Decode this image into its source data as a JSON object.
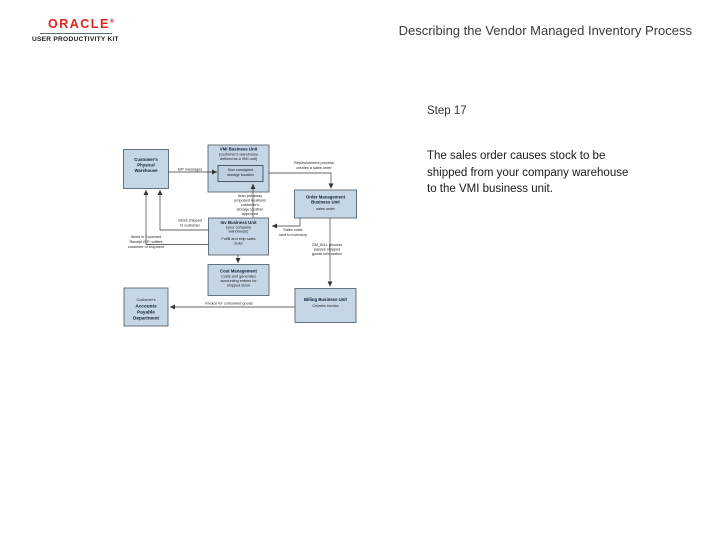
{
  "header": {
    "logo": "ORACLE",
    "registered": "®",
    "logo_subtitle": "USER PRODUCTIVITY KIT",
    "title": "Describing the Vendor Managed Inventory Process"
  },
  "content": {
    "step_label": "Step 17",
    "step_lines": [
      "The sales order causes stock to be",
      "shipped from your company warehouse",
      "to the VMI business unit."
    ]
  },
  "colors": {
    "oracle_red": "#e2231a",
    "box_fill": "#c7d6e4",
    "box_border": "#455766",
    "line": "#333333"
  },
  "diagram": {
    "boxes": {
      "customer_warehouse": {
        "lines": [
          "Customer's",
          "Physical",
          "Warehouse"
        ]
      },
      "vmi": {
        "title": "VMI Business Unit",
        "sub": [
          "(customer's warehouse",
          "defined as a VMI unit)"
        ],
        "inner": [
          "Non consigned",
          "storage location"
        ]
      },
      "order_mgmt": {
        "title": [
          "Order Management",
          "Business Unit"
        ],
        "sub": "sales order"
      },
      "inventory": {
        "title": "Inv Business Unit",
        "sub": [
          "(your company",
          "warehouse)",
          "Fulfill and ship sales",
          "order"
        ]
      },
      "cost": {
        "title": "Cost Management",
        "sub": [
          "Costs and generates",
          "accounting entries for",
          "shipped stock"
        ]
      },
      "accounts_payable": {
        "lines": [
          "Customer's",
          "Accounts",
          "Payable",
          "Department"
        ]
      },
      "billing": {
        "title": "Billing Business Unit",
        "sub": "Creates invoice"
      }
    },
    "labels": {
      "eip": "EIP messages",
      "replenishment": [
        "Replenishment process",
        "creates a sales order"
      ],
      "auto_putaway": [
        "Auto put-away",
        "proposed locations",
        "customer's",
        "storage location",
        "approved"
      ],
      "stock_shipped": [
        "Stock shipped",
        "to customer"
      ],
      "expected_receipt": [
        "Items in Expected",
        "Receipt EIP notifies",
        "customer of shipment"
      ],
      "sales_order_sent": [
        "Sales order",
        "sent to inventory"
      ],
      "om_bill": [
        "OM_BILL process",
        "passes shipped",
        "goods information"
      ],
      "invoice": "Invoice for consumed goods"
    }
  }
}
